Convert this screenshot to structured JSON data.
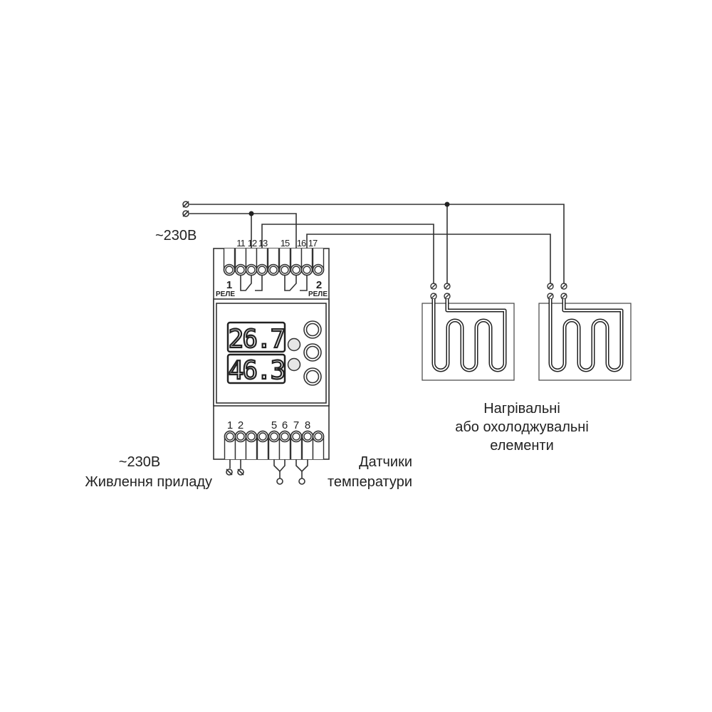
{
  "supply_top": {
    "label": "~230В"
  },
  "relay_terminals": [
    "11",
    "12",
    "13",
    "15",
    "16",
    "17"
  ],
  "relay1": {
    "number": "1",
    "label": "РЕЛЕ"
  },
  "relay2": {
    "number": "2",
    "label": "РЕЛЕ"
  },
  "display": {
    "top_value": "26.7",
    "bottom_value": "46.3"
  },
  "bottom_terminals": [
    "1",
    "2",
    "5",
    "6",
    "7",
    "8"
  ],
  "power": {
    "voltage": "~230В",
    "label": "Живлення приладу"
  },
  "sensors": {
    "line1": "Датчики",
    "line2": "температури"
  },
  "loads": {
    "line1": "Нагрівальні",
    "line2": "або охолоджувальні",
    "line3": "елементи"
  }
}
